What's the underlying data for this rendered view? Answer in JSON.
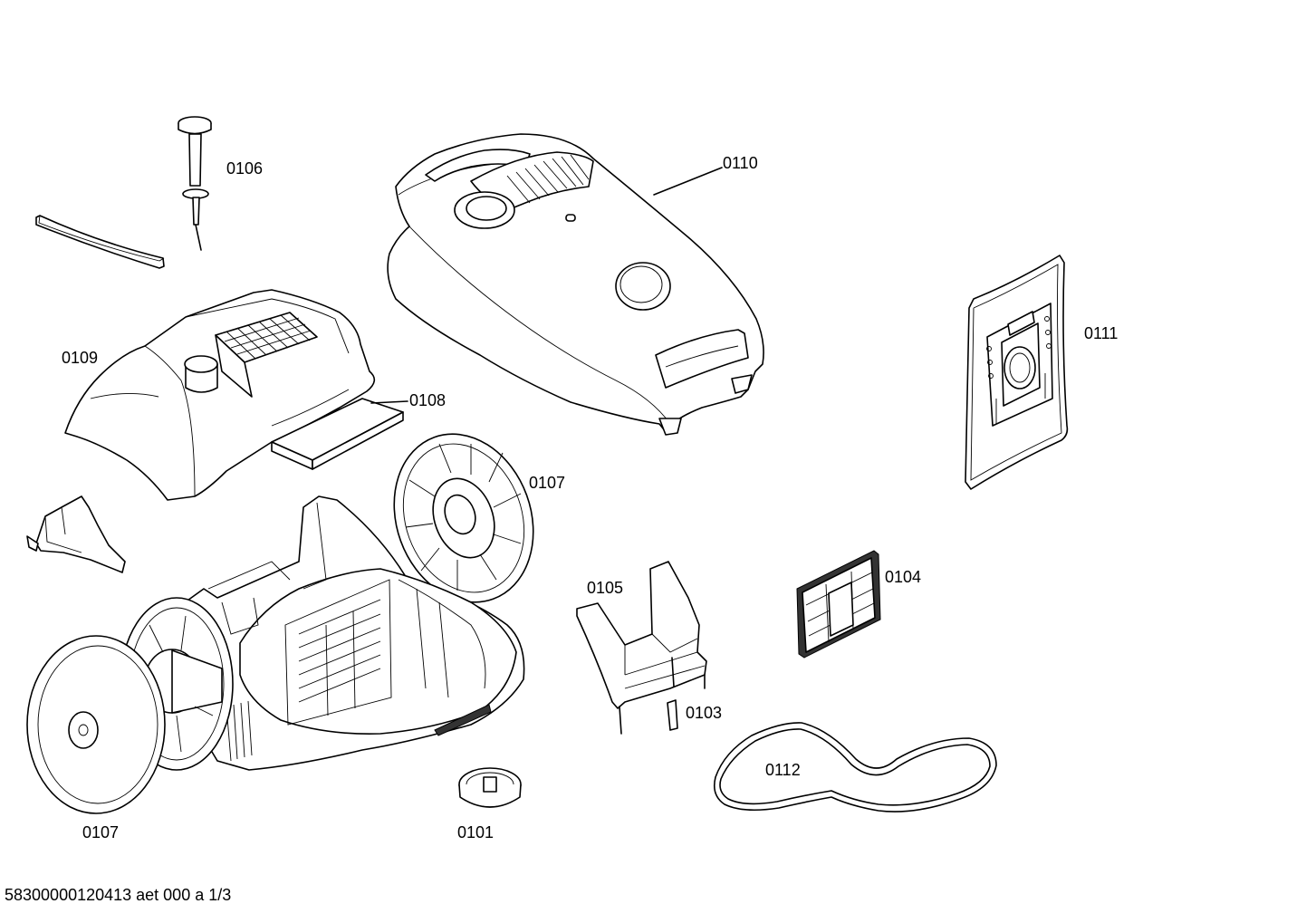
{
  "labels": {
    "l0106": "0106",
    "l0110": "0110",
    "l0111": "0111",
    "l0109": "0109",
    "l0108": "0108",
    "l0107a": "0107",
    "l0105": "0105",
    "l0104": "0104",
    "l0103": "0103",
    "l0112": "0112",
    "l0107b": "0107",
    "l0101": "0101"
  },
  "footer": "58300000120413 aet 000 a 1/3",
  "colors": {
    "line": "#000000",
    "background": "#ffffff"
  }
}
